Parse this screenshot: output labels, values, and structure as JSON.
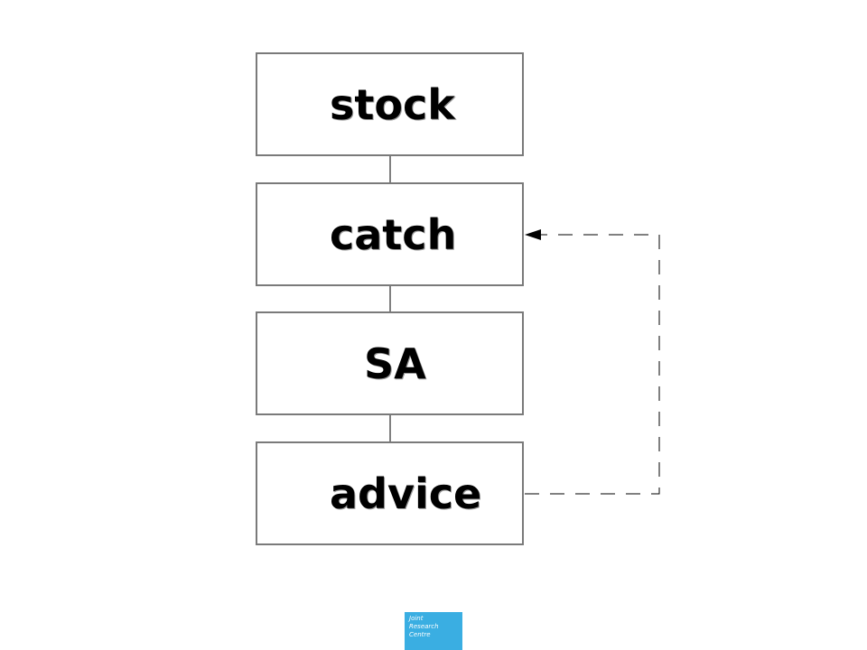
{
  "diagram": {
    "boxes": [
      {
        "id": "stock",
        "label": "stock"
      },
      {
        "id": "catch",
        "label": "catch"
      },
      {
        "id": "sa",
        "label": "SA"
      },
      {
        "id": "advice",
        "label": "advice"
      }
    ],
    "feedback": {
      "from": "advice",
      "to": "catch",
      "style": "dashed"
    }
  },
  "logo": {
    "lines": [
      "Joint",
      "Research",
      "Centre"
    ],
    "color": "#3aaee2"
  },
  "colors": {
    "box_border": "#7a7a7a",
    "text": "#000000",
    "connector": "#000000"
  }
}
